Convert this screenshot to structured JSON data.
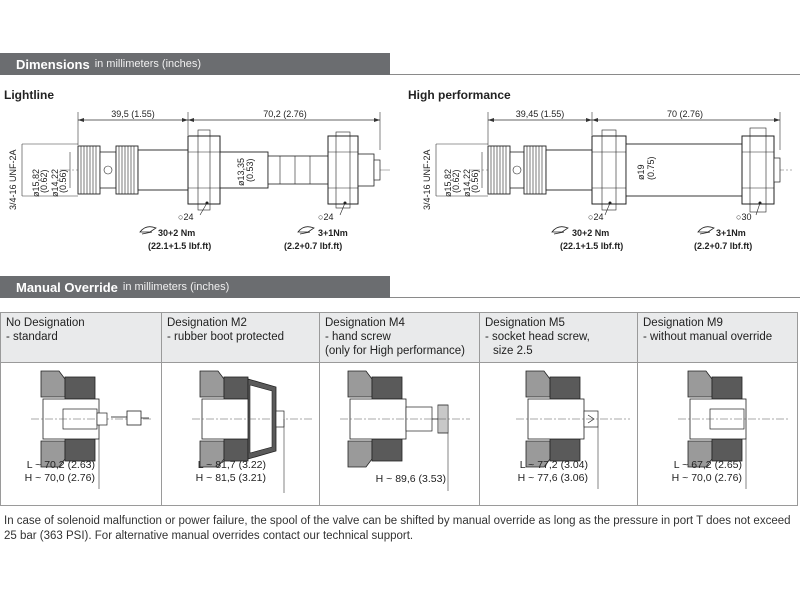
{
  "dimensions": {
    "title": "Dimensions",
    "unit_note": "in millimeters (inches)",
    "lightline": {
      "label": "Lightline",
      "dim_left": "39,5 (1.55)",
      "dim_right": "70,2 (2.76)",
      "thread": "3/4-16 UNF-2A",
      "dia1": "ø15,82",
      "dia1_in": "(0.62)",
      "dia2": "ø14,22",
      "dia2_in": "(0.56)",
      "dia3": "ø13,35",
      "dia3_in": "(0.53)",
      "hex1": "24",
      "hex2": "24",
      "torque1": "30+2 Nm",
      "torque1_in": "(22.1+1.5 lbf.ft)",
      "torque2": "3+1Nm",
      "torque2_in": "(2.2+0.7 lbf.ft)"
    },
    "high_performance": {
      "label": "High performance",
      "dim_left": "39,45 (1.55)",
      "dim_right": "70 (2.76)",
      "thread": "3/4-16 UNF-2A",
      "dia1": "ø15,82",
      "dia1_in": "(0.62)",
      "dia2": "ø14,22",
      "dia2_in": "(0.56)",
      "dia3": "ø19",
      "dia3_in": "(0.75)",
      "hex1": "24",
      "hex2": "30",
      "torque1": "30+2 Nm",
      "torque1_in": "(22.1+1.5 lbf.ft)",
      "torque2": "3+1Nm",
      "torque2_in": "(2.2+0.7 lbf.ft)"
    }
  },
  "manual_override": {
    "title": "Manual Override",
    "unit_note": "in millimeters (inches)",
    "columns": [
      {
        "head1": "No Designation",
        "head2": "- standard",
        "head3": "",
        "len_l": "L ~ 70,2 (2.63)",
        "len_h": "H ~ 70,0 (2.76)"
      },
      {
        "head1": "Designation M2",
        "head2": "- rubber boot protected",
        "head3": "",
        "len_l": "L ~ 81,7 (3.22)",
        "len_h": "H ~ 81,5 (3.21)"
      },
      {
        "head1": "Designation M4",
        "head2": "- hand screw",
        "head3": "(only for High performance)",
        "len_l": "",
        "len_h": "H ~ 89,6 (3.53)"
      },
      {
        "head1": "Designation M5",
        "head2": "- socket head screw,",
        "head3": "size 2.5",
        "len_l": "L ~ 77,2 (3.04)",
        "len_h": "H ~ 77,6 (3.06)"
      },
      {
        "head1": "Designation M9",
        "head2": "- without manual override",
        "head3": "",
        "len_l": "L ~ 67,2 (2.65)",
        "len_h": "H ~ 70,0 (2.76)"
      }
    ]
  },
  "footnote": "In case of solenoid malfunction or power failure, the spool of the valve can be shifted by manual override as long as the pressure in port T does not exceed 25 bar (363 PSI). For alternative manual overrides contact our technical support."
}
